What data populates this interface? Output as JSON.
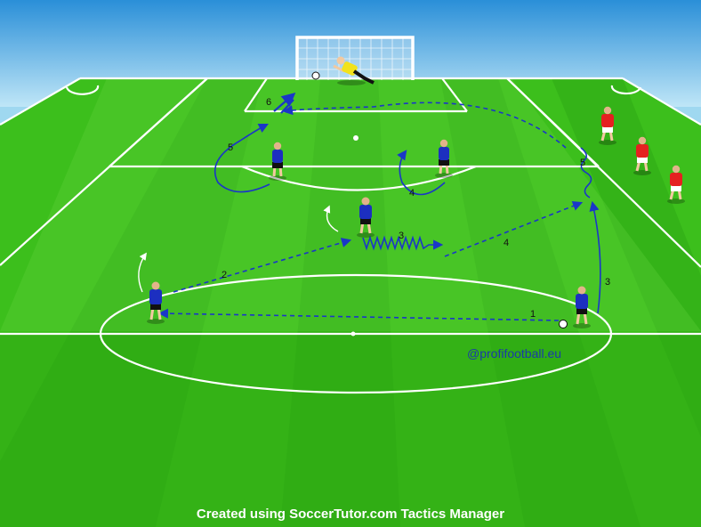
{
  "diagram": {
    "colors": {
      "sky_top": "#2a8fd8",
      "sky_bottom": "#bfe6f7",
      "grass_light": "#3cbf1c",
      "grass_dark": "#2ea812",
      "blue_team": "#1c2fc0",
      "red_team": "#e52020",
      "goalkeeper": "#f2e21a",
      "arrow": "#1a36c8",
      "line": "#ffffff"
    },
    "step_labels": [
      "1",
      "2",
      "3",
      "3",
      "4",
      "4",
      "5",
      "5",
      "6"
    ],
    "watermark": "@profifootball.eu",
    "credit": "Created using SoccerTutor.com Tactics Manager"
  }
}
